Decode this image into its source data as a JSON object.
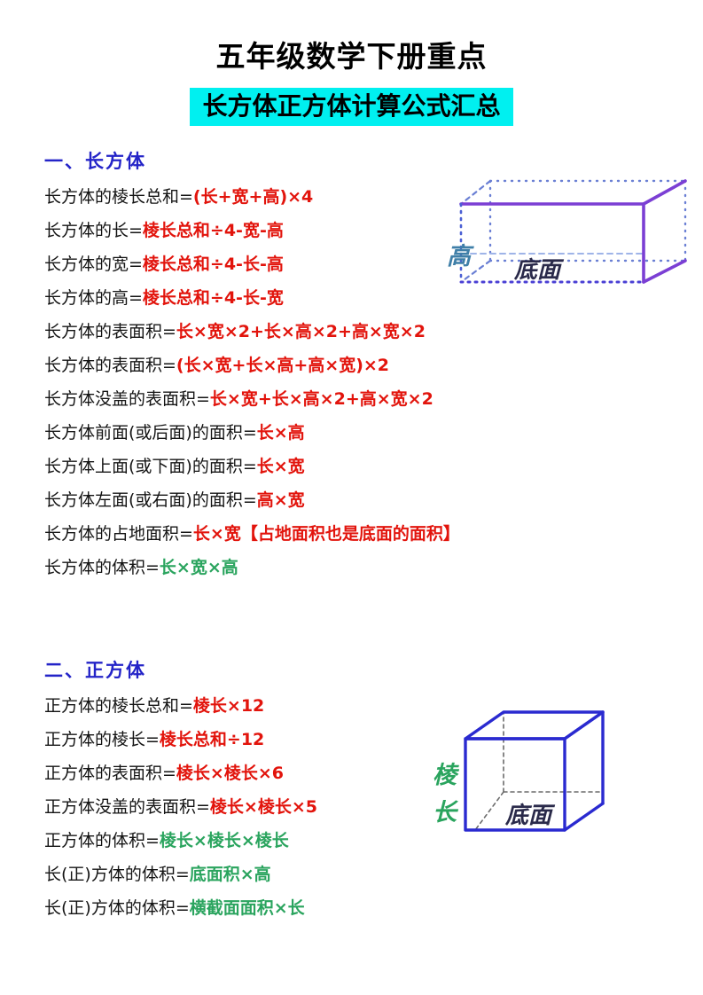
{
  "document": {
    "title": "五年级数学下册重点",
    "banner": "长方体正方体计算公式汇总",
    "banner_bg": "#00f0f0",
    "heading_color": "#2424c8",
    "red": "#e2140c",
    "green": "#2aa45e"
  },
  "sections": [
    {
      "heading": "一、长方体",
      "formulas": [
        {
          "lhs": "长方体的棱长总和=",
          "rhs": "(长+宽+高)×4",
          "color": "red"
        },
        {
          "lhs": "长方体的长=",
          "rhs": "棱长总和÷4-宽-高",
          "color": "red"
        },
        {
          "lhs": "长方体的宽=",
          "rhs": "棱长总和÷4-长-高",
          "color": "red"
        },
        {
          "lhs": "长方体的高=",
          "rhs": "棱长总和÷4-长-宽",
          "color": "red"
        },
        {
          "lhs": "长方体的表面积=",
          "rhs": "长×宽×2+长×高×2+高×宽×2",
          "color": "red"
        },
        {
          "lhs": "长方体的表面积=",
          "rhs": "(长×宽+长×高+高×宽)×2",
          "color": "red"
        },
        {
          "lhs": "长方体没盖的表面积=",
          "rhs": "长×宽+长×高×2+高×宽×2",
          "color": "red"
        },
        {
          "lhs": "长方体前面(或后面)的面积=",
          "rhs": "长×高",
          "color": "red"
        },
        {
          "lhs": "长方体上面(或下面)的面积=",
          "rhs": "长×宽",
          "color": "red"
        },
        {
          "lhs": "长方体左面(或右面)的面积=",
          "rhs": "高×宽",
          "color": "red"
        },
        {
          "lhs": "长方体的占地面积=",
          "rhs": "长×宽【占地面积也是底面的面积】",
          "color": "red"
        },
        {
          "lhs": "长方体的体积=",
          "rhs": "长×宽×高",
          "color": "green"
        }
      ]
    },
    {
      "heading": "二、正方体",
      "formulas": [
        {
          "lhs": "正方体的棱长总和=",
          "rhs": "棱长×12",
          "color": "red"
        },
        {
          "lhs": "正方体的棱长=",
          "rhs": "棱长总和÷12",
          "color": "red"
        },
        {
          "lhs": "正方体的表面积=",
          "rhs": "棱长×棱长×6",
          "color": "red"
        },
        {
          "lhs": "正方体没盖的表面积=",
          "rhs": "棱长×棱长×5",
          "color": "red"
        },
        {
          "lhs": "正方体的体积=",
          "rhs": "棱长×棱长×棱长",
          "color": "green"
        },
        {
          "lhs": "长(正)方体的体积=",
          "rhs": "底面积×高",
          "color": "green"
        },
        {
          "lhs": "长(正)方体的体积=",
          "rhs": "横截面面积×长",
          "color": "green"
        }
      ]
    }
  ],
  "diagrams": {
    "cuboid": {
      "name": "长方体",
      "height_label": "高",
      "base_label": "底面",
      "edge_color": "#7b3fd4",
      "hidden_edge_color": "#6a7fd4",
      "label_color": "#3f7fa8"
    },
    "cube": {
      "name": "正方体",
      "edge_label": "棱长",
      "base_label": "底面",
      "edge_color": "#2a2ad0",
      "hidden_edge_color": "#555555",
      "label_color": "#2aa45e"
    }
  }
}
